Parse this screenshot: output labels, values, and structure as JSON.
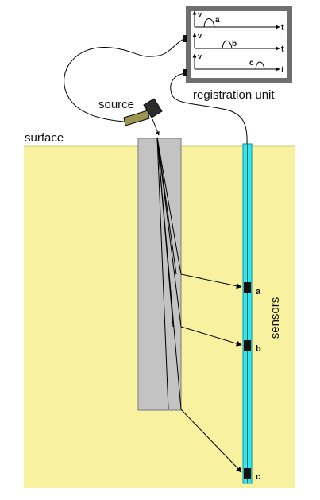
{
  "labels": {
    "source": "source",
    "surface": "surface",
    "registration_unit": "registration unit",
    "sensors": "sensors"
  },
  "sensors": [
    "a",
    "b",
    "c"
  ],
  "traces": [
    {
      "v": "v",
      "t": "t",
      "marker": "a"
    },
    {
      "v": "v",
      "t": "t",
      "marker": "b"
    },
    {
      "v": "v",
      "t": "t",
      "marker": "c"
    }
  ],
  "colors": {
    "ground": "#f8f2a0",
    "pile": "#c3c3c3",
    "borehole": "#2fe8f0",
    "monitor_frame": "#6f6f6f",
    "hammer_handle": "#9d9450"
  }
}
